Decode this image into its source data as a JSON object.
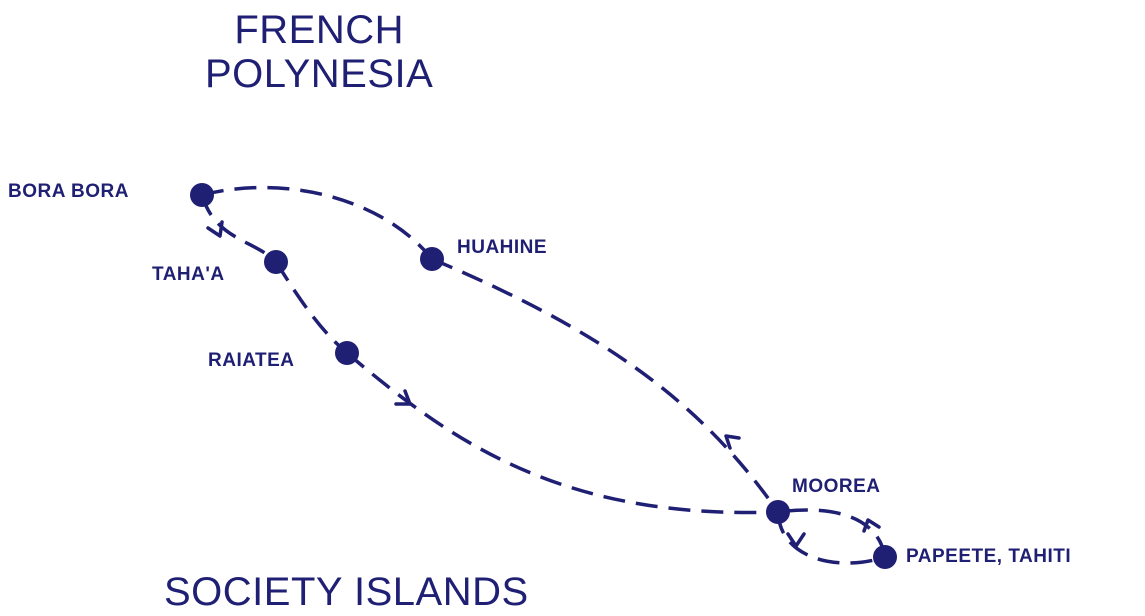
{
  "title": {
    "line1": "FRENCH",
    "line2": "POLYNESIA"
  },
  "subtitle": "SOCIETY ISLANDS",
  "islands": [
    {
      "id": "bora-bora",
      "label": "BORA BORA"
    },
    {
      "id": "tahaa",
      "label": "TAHA'A"
    },
    {
      "id": "raiatea",
      "label": "RAIATEA"
    },
    {
      "id": "huahine",
      "label": "HUAHINE"
    },
    {
      "id": "moorea",
      "label": "MOOREA"
    },
    {
      "id": "papeete",
      "label": "PAPEETE, TAHITI"
    }
  ],
  "colors": {
    "route": "#1f1f73",
    "text": "#1f1f73",
    "background": "#ffffff"
  }
}
